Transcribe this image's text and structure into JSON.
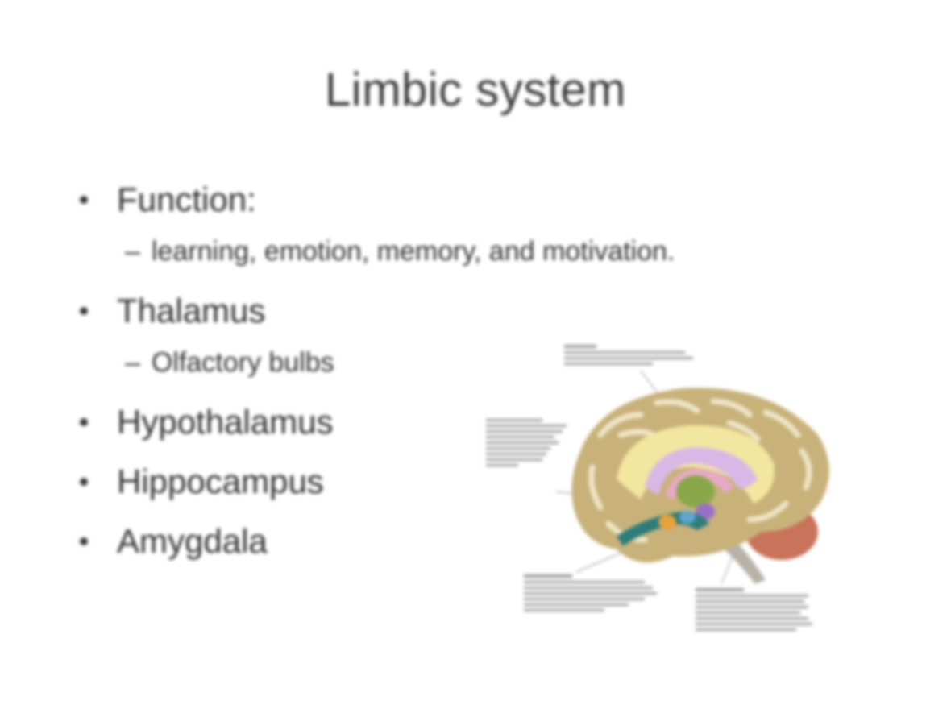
{
  "slide": {
    "title": "Limbic system",
    "bullets": [
      {
        "text": "Function:",
        "sub": [
          "learning, emotion, memory, and motivation."
        ]
      },
      {
        "text": "Thalamus",
        "sub": [
          "Olfactory bulbs"
        ]
      },
      {
        "text": "Hypothalamus",
        "sub": []
      },
      {
        "text": "Hippocampus",
        "sub": []
      },
      {
        "text": "Amygdala",
        "sub": []
      }
    ],
    "sub_marker": "–"
  },
  "figure": {
    "icon": "brain-illustration",
    "colors": {
      "cortex": "#c8b27a",
      "gyri": "#e8dcb8",
      "cingulate": "#f3e6a0",
      "fornix": "#d9b8e6",
      "thalamus": "#8aa84a",
      "hippocampus": "#2e7d7a",
      "amygdala": "#e9a23a",
      "cerebellum": "#c9735a",
      "brainstem": "#b9b2a8"
    }
  }
}
